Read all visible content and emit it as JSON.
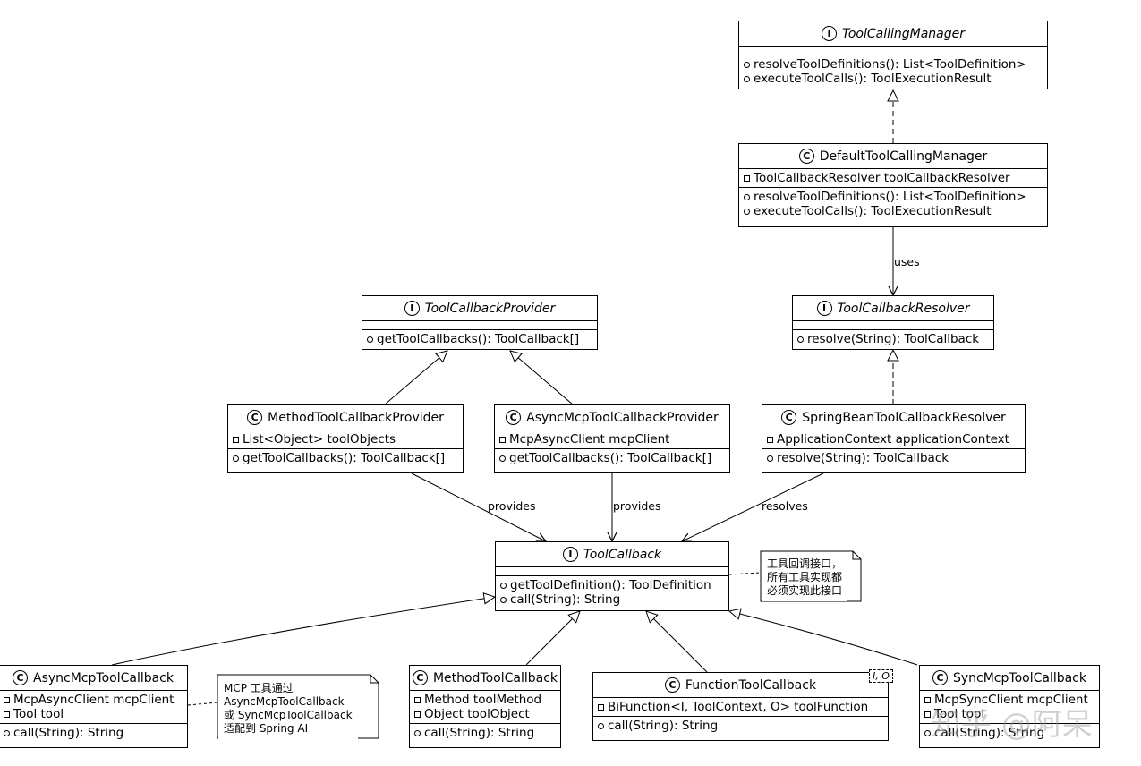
{
  "classes": {
    "tool_calling_manager": {
      "stereotype": "I",
      "name": "ToolCallingManager",
      "fields": [],
      "methods": [
        "resolveToolDefinitions(): List<ToolDefinition>",
        "executeToolCalls(): ToolExecutionResult"
      ]
    },
    "default_tool_calling_manager": {
      "stereotype": "C",
      "name": "DefaultToolCallingManager",
      "fields": [
        "ToolCallbackResolver toolCallbackResolver"
      ],
      "methods": [
        "resolveToolDefinitions(): List<ToolDefinition>",
        "executeToolCalls(): ToolExecutionResult"
      ]
    },
    "tool_callback_provider": {
      "stereotype": "I",
      "name": "ToolCallbackProvider",
      "fields": [],
      "methods": [
        "getToolCallbacks(): ToolCallback[]"
      ]
    },
    "tool_callback_resolver": {
      "stereotype": "I",
      "name": "ToolCallbackResolver",
      "fields": [],
      "methods": [
        "resolve(String): ToolCallback"
      ]
    },
    "method_tool_callback_provider": {
      "stereotype": "C",
      "name": "MethodToolCallbackProvider",
      "fields": [
        "List<Object> toolObjects"
      ],
      "methods": [
        "getToolCallbacks(): ToolCallback[]"
      ]
    },
    "async_mcp_tool_callback_provider": {
      "stereotype": "C",
      "name": "AsyncMcpToolCallbackProvider",
      "fields": [
        "McpAsyncClient mcpClient"
      ],
      "methods": [
        "getToolCallbacks(): ToolCallback[]"
      ]
    },
    "spring_bean_tool_callback_resolver": {
      "stereotype": "C",
      "name": "SpringBeanToolCallbackResolver",
      "fields": [
        "ApplicationContext applicationContext"
      ],
      "methods": [
        "resolve(String): ToolCallback"
      ]
    },
    "tool_callback": {
      "stereotype": "I",
      "name": "ToolCallback",
      "fields": [],
      "methods": [
        "getToolDefinition(): ToolDefinition",
        "call(String): String"
      ]
    },
    "async_mcp_tool_callback": {
      "stereotype": "C",
      "name": "AsyncMcpToolCallback",
      "fields": [
        "McpAsyncClient mcpClient",
        "Tool tool"
      ],
      "methods": [
        "call(String): String"
      ]
    },
    "method_tool_callback": {
      "stereotype": "C",
      "name": "MethodToolCallback",
      "fields": [
        "Method toolMethod",
        "Object toolObject"
      ],
      "methods": [
        "call(String): String"
      ]
    },
    "function_tool_callback": {
      "stereotype": "C",
      "name": "FunctionToolCallback",
      "type_params": "I, O",
      "fields": [
        "BiFunction<I, ToolContext, O> toolFunction"
      ],
      "methods": [
        "call(String): String"
      ]
    },
    "sync_mcp_tool_callback": {
      "stereotype": "C",
      "name": "SyncMcpToolCallback",
      "fields": [
        "McpSyncClient mcpClient",
        "Tool tool"
      ],
      "methods": [
        "call(String): String"
      ]
    }
  },
  "edge_labels": {
    "uses": "uses",
    "provides_left": "provides",
    "provides_right": "provides",
    "resolves": "resolves"
  },
  "notes": {
    "tool_callback_note": [
      "工具回调接口，",
      "所有工具实现都",
      "必须实现此接口"
    ],
    "mcp_note": [
      "MCP 工具通过",
      "AsyncMcpToolCallback",
      "或 SyncMcpToolCallback",
      "适配到 Spring AI"
    ]
  },
  "watermark": "知乎 @阿呆"
}
